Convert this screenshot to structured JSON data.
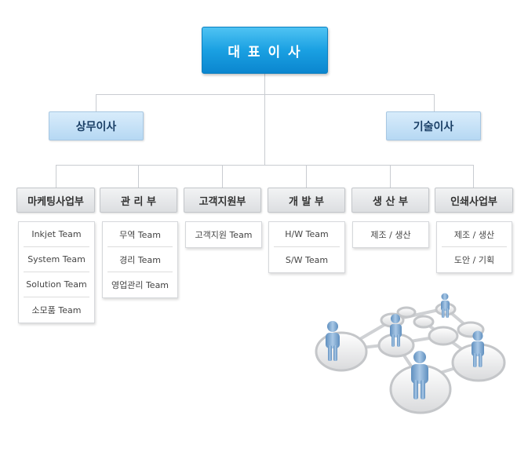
{
  "ceo": "대 표 이 사",
  "directors": [
    "상무이사",
    "기술이사"
  ],
  "departments": [
    {
      "name": "마케팅사업부",
      "teams": [
        "Inkjet Team",
        "System Team",
        "Solution Team",
        "소모품 Team"
      ]
    },
    {
      "name": "관 리 부",
      "teams": [
        "무역 Team",
        "경리 Team",
        "영업관리 Team"
      ]
    },
    {
      "name": "고객지원부",
      "teams": [
        "고객지원 Team"
      ]
    },
    {
      "name": "개 발 부",
      "teams": [
        "H/W Team",
        "S/W Team"
      ]
    },
    {
      "name": "생 산 부",
      "teams": [
        "제조 / 생산"
      ]
    },
    {
      "name": "인쇄사업부",
      "teams": [
        "제조 / 생산",
        "도안 / 기획"
      ]
    }
  ],
  "colors": {
    "ceo": "#1aa0e2",
    "director": "#b6d8f3",
    "department": "#dcdee1",
    "figure": "#7fa9cf"
  },
  "illustration": "people-network-icon"
}
